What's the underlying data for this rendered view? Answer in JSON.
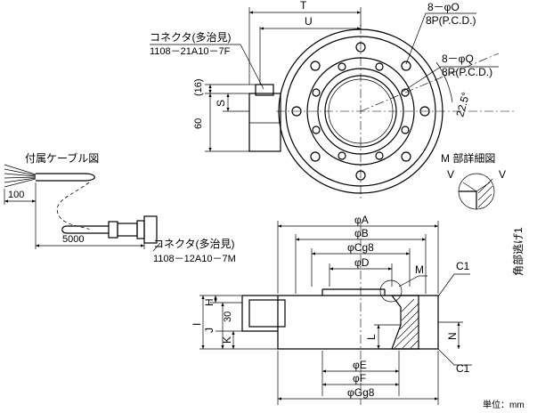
{
  "labels": {
    "connector_top": "コネクタ(多治見)",
    "connector_top_part": "1108－21A10－7F",
    "connector_bottom": "コネクタ(多治見)",
    "connector_bottom_part": "1108－12A10－7M",
    "cable_title": "付属ケーブル図",
    "cable_100": "100",
    "cable_5000": "5000",
    "dim_T": "T",
    "dim_U": "U",
    "dim_16": "(16)",
    "dim_S": "S",
    "dim_60": "60",
    "hole_o": "8－φO",
    "pcd_p": "8P(P.C.D.)",
    "hole_q": "8－φQ",
    "pcd_r": "8R(P.C.D.)",
    "angle": "22.5°",
    "m_detail": "M 部詳細図",
    "v_left": "V",
    "v_right": "V",
    "chamfer": "角部逃げ1",
    "dia_A": "φA",
    "dia_B": "φB",
    "dia_C": "φCg8",
    "dia_D": "φD",
    "mark_M": "M",
    "c1_top": "C1",
    "c1_bottom": "C1",
    "dia_E": "φE",
    "dia_F": "φF",
    "dia_G": "φGg8",
    "dim_H": "H",
    "dim_I": "I",
    "dim_J": "J",
    "dim_K": "K",
    "dim_30": "30",
    "dim_L": "L",
    "dim_N": "N",
    "unit": "単位：mm"
  }
}
